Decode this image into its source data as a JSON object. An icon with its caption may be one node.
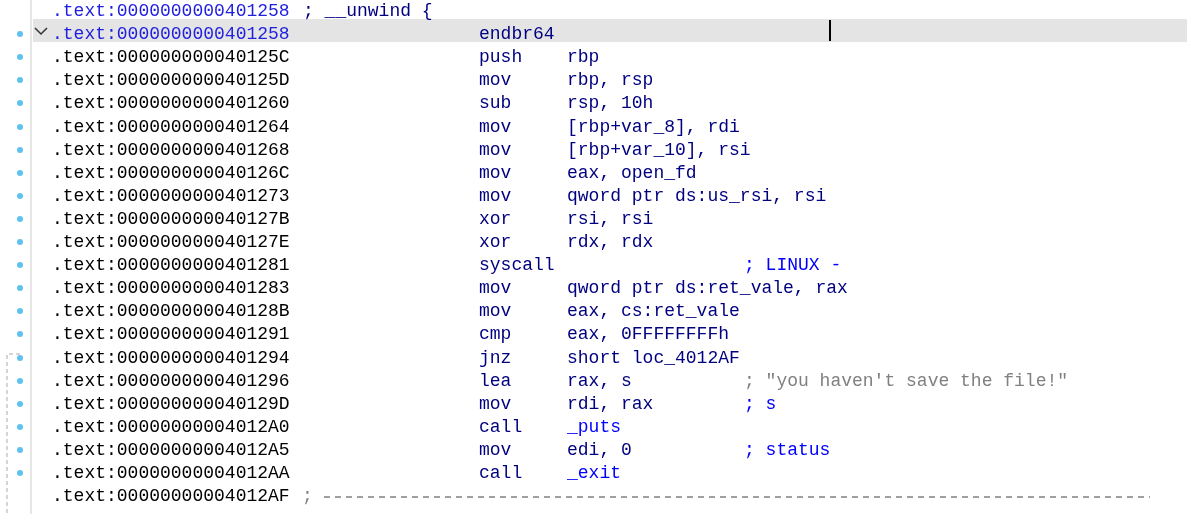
{
  "diagram": {
    "labels": [
      ".text:0000000000401258",
      "; __unwind {",
      ".text:0000000000401258",
      "endbr64",
      ".text:000000000040125C",
      "push",
      "rbp",
      ".text:000000000040125D",
      "mov",
      "rbp, rsp",
      ".text:0000000000401260",
      "sub",
      "rsp, 10h",
      ".text:0000000000401264",
      "mov",
      "[rbp+var_8], rdi",
      ".text:0000000000401268",
      "mov",
      "[rbp+var_10], rsi",
      ".text:000000000040126C",
      "mov",
      "eax, open_fd",
      ".text:0000000000401273",
      "mov",
      "qword ptr ds:us_rsi, rsi",
      ".text:000000000040127B",
      "xor",
      "rsi, rsi",
      ".text:000000000040127E",
      "xor",
      "rdx, rdx",
      ".text:0000000000401281",
      "syscall",
      "; LINUX -",
      ".text:0000000000401283",
      "mov",
      "qword ptr ds:ret_vale, rax",
      ".text:000000000040128B",
      "mov",
      "eax, cs:ret_vale",
      ".text:0000000000401291",
      "cmp",
      "eax, 0FFFFFFFFh",
      ".text:0000000000401294",
      "jnz",
      "short loc_4012AF",
      ".text:0000000000401296",
      "lea",
      "rax, s",
      "; \"you haven't save the file!\"",
      ".text:000000000040129D",
      "mov",
      "rdi, rax",
      "; s",
      ".text:00000000004012A0",
      "call",
      "_puts",
      ".text:00000000004012A5",
      "mov",
      "edi, 0",
      "; status",
      ".text:00000000004012AA",
      "call",
      "_exit",
      ".text:00000000004012AF",
      ";"
    ]
  }
}
